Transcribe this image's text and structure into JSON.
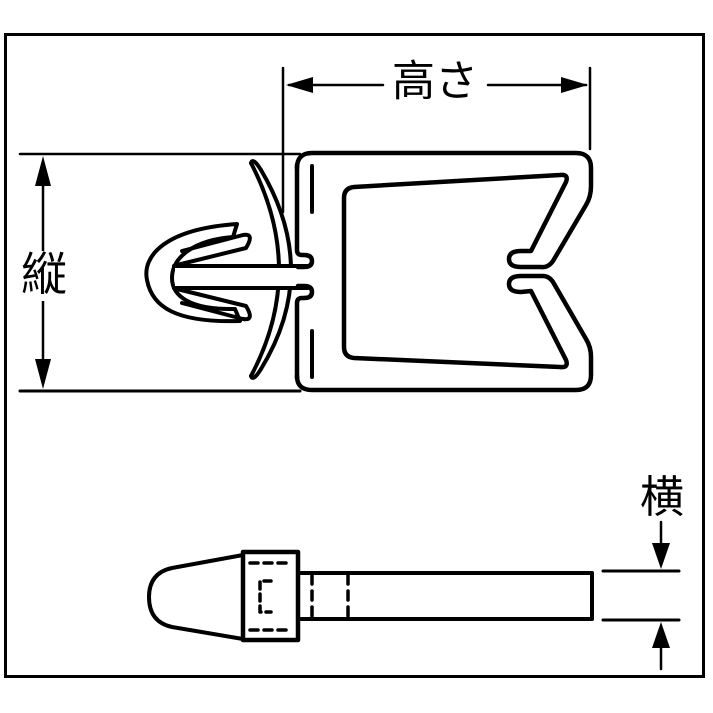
{
  "diagram": {
    "title_labels": {
      "height_label": "高さ",
      "vertical_label": "縦",
      "width_label": "横"
    },
    "colors": {
      "line": "#000000",
      "background": "#ffffff"
    },
    "views": {
      "top": "profile-cross-section-with-bow-spring-and-fir-tree-anchor",
      "bottom": "side-view-strip-with-anchor-head"
    }
  }
}
